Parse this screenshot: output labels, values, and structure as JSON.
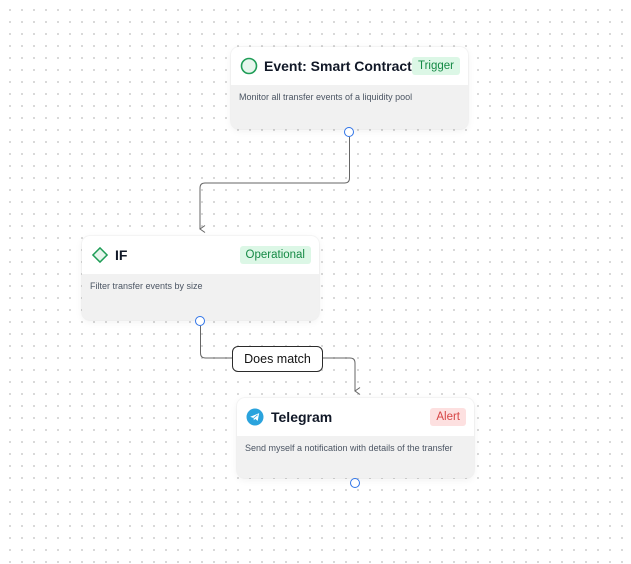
{
  "nodes": [
    {
      "title": "Event: Smart Contract",
      "badge": "Trigger",
      "description": "Monitor all transfer events of a liquidity pool",
      "icon": "circle-icon"
    },
    {
      "title": "IF",
      "badge": "Operational",
      "description": "Filter transfer events by size",
      "icon": "diamond-icon"
    },
    {
      "title": "Telegram",
      "badge": "Alert",
      "description": "Send myself a notification with details of the transfer",
      "icon": "telegram-icon"
    }
  ],
  "edges": [
    {
      "from": "Event: Smart Contract",
      "to": "IF",
      "label": ""
    },
    {
      "from": "IF",
      "to": "Telegram",
      "label": "Does match"
    }
  ],
  "colors": {
    "port": "#2f74e8",
    "trigger_badge_bg": "#dcf7e6",
    "trigger_badge_text": "#158a45",
    "alert_badge_bg": "#fde0e0",
    "alert_badge_text": "#d64545",
    "telegram_blue": "#2aa3dd",
    "edge": "#666666"
  }
}
